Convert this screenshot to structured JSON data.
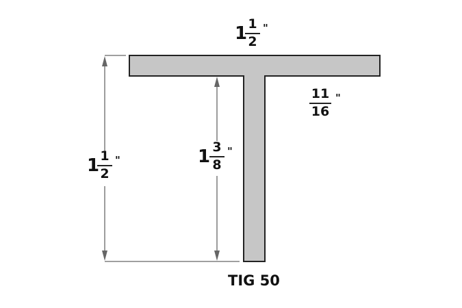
{
  "diagram": {
    "type": "T-profile cross-section",
    "product_code": "TIG 50",
    "colors": {
      "profile_fill": "#c6c6c6",
      "profile_stroke": "#222222",
      "dimension_line": "#666666",
      "text": "#111111"
    },
    "dimensions": {
      "top_width": {
        "whole": "1",
        "numerator": "1",
        "denominator": "2",
        "unit": "\""
      },
      "flange_thickness": {
        "whole": "",
        "numerator": "11",
        "denominator": "16",
        "unit": "\""
      },
      "overall_height": {
        "whole": "1",
        "numerator": "1",
        "denominator": "2",
        "unit": "\""
      },
      "stem_height": {
        "whole": "1",
        "numerator": "3",
        "denominator": "8",
        "unit": "\""
      }
    }
  }
}
